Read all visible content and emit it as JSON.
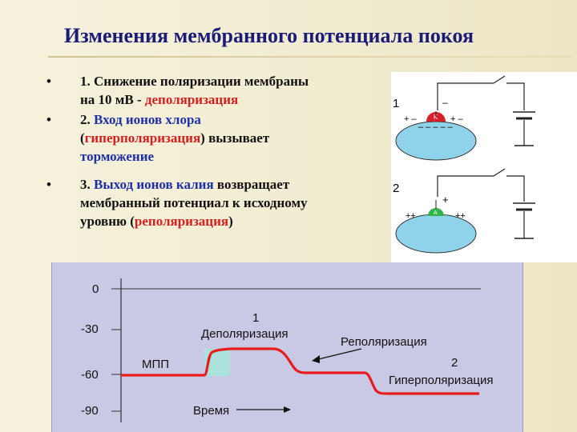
{
  "title": "Изменения мембранного потенциала покоя",
  "bullets": [
    {
      "line1_a": "1. Снижение поляризации мембраны",
      "line2_a": "на 10 мВ - ",
      "line2_red": "деполяризация"
    },
    {
      "line1_a": "2. ",
      "line1_blue": "Вход ионов хлора",
      "line2_a": "(",
      "line2_red": "гиперполяризация",
      "line2_b": ") вызывает",
      "line3_blue": "торможение"
    },
    {
      "line1_a": "3. ",
      "line1_blue": "Выход ионов калия",
      "line1_b": " возвращает",
      "line2_a": "мембранный потенциал к исходному",
      "line3_a": "уровню (",
      "line3_red": "реполяризация",
      "line3_b": ")"
    }
  ],
  "cells": {
    "label1": "1",
    "label2": "2",
    "meter1": "K",
    "meter2": "A",
    "signs1_left": "+ –",
    "signs1_right": "+ –",
    "signs1_bottom": "– – – – –",
    "signs2_left": "++",
    "signs2_right": "++",
    "signs2_top": "+",
    "minus_top": "–"
  },
  "graph": {
    "y_ticks": [
      "0",
      "-30",
      "-60",
      "-90"
    ],
    "label_depol_num": "1",
    "label_depol": "Деполяризация",
    "label_repol": "Реполяризация",
    "label_hyper_num": "2",
    "label_hyper": "Гиперполяризация",
    "label_mpp": "МПП",
    "label_time": "Время"
  },
  "colors": {
    "title": "#1b1b7a",
    "red": "#d61e1e",
    "blue": "#1f2fa8",
    "curve": "#e81c1c",
    "cell_fill": "#8fd3ea",
    "graph_bg": "#c9c9e6",
    "stim_fill": "#a9e3dc"
  }
}
